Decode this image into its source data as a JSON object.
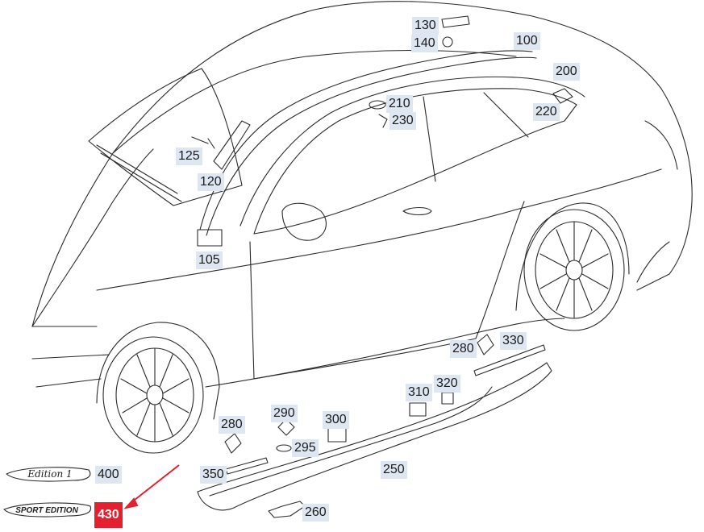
{
  "diagram": {
    "callouts": [
      {
        "id": "c130",
        "label": "130"
      },
      {
        "id": "c140",
        "label": "140"
      },
      {
        "id": "c100",
        "label": "100"
      },
      {
        "id": "c200",
        "label": "200"
      },
      {
        "id": "c210",
        "label": "210"
      },
      {
        "id": "c230",
        "label": "230"
      },
      {
        "id": "c220",
        "label": "220"
      },
      {
        "id": "c125",
        "label": "125"
      },
      {
        "id": "c120",
        "label": "120"
      },
      {
        "id": "c105",
        "label": "105"
      },
      {
        "id": "c280a",
        "label": "280"
      },
      {
        "id": "c330",
        "label": "330"
      },
      {
        "id": "c310",
        "label": "310"
      },
      {
        "id": "c320",
        "label": "320"
      },
      {
        "id": "c290",
        "label": "290"
      },
      {
        "id": "c300",
        "label": "300"
      },
      {
        "id": "c280b",
        "label": "280"
      },
      {
        "id": "c295",
        "label": "295"
      },
      {
        "id": "c250",
        "label": "250"
      },
      {
        "id": "c350",
        "label": "350"
      },
      {
        "id": "c400",
        "label": "400"
      },
      {
        "id": "c260",
        "label": "260"
      },
      {
        "id": "c430",
        "label": "430"
      }
    ],
    "badges": {
      "edition1": "Edition 1",
      "sport_edition": "SPORT EDITION"
    },
    "highlight_color": "#e4202e",
    "label_bg_color": "#dde6f1"
  }
}
